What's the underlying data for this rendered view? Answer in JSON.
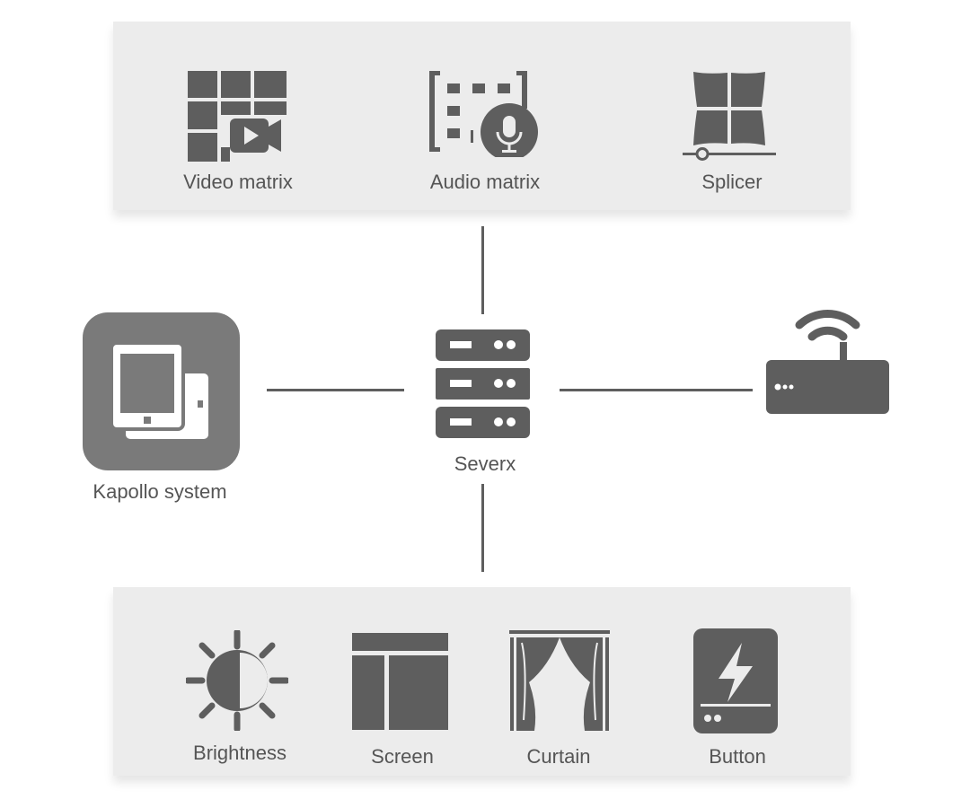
{
  "colors": {
    "icon": "#5e5e5e",
    "panel": "#ececec",
    "text": "#555555",
    "connector": "#5e5e5e",
    "tablet_tile": "#7a7a7a"
  },
  "top_panel": {
    "items": [
      {
        "label": "Video matrix",
        "icon": "video-matrix-icon"
      },
      {
        "label": "Audio matrix",
        "icon": "audio-matrix-icon"
      },
      {
        "label": "Splicer",
        "icon": "splicer-icon"
      }
    ]
  },
  "center": {
    "label": "Severx",
    "icon": "server-icon"
  },
  "left_node": {
    "label": "Kapollo system",
    "icon": "tablet-devices-icon"
  },
  "right_node": {
    "label": "",
    "icon": "wifi-router-icon"
  },
  "bottom_panel": {
    "items": [
      {
        "label": "Brightness",
        "icon": "brightness-icon"
      },
      {
        "label": "Screen",
        "icon": "screen-layout-icon"
      },
      {
        "label": "Curtain",
        "icon": "curtain-icon"
      },
      {
        "label": "Button",
        "icon": "button-panel-icon"
      }
    ]
  }
}
